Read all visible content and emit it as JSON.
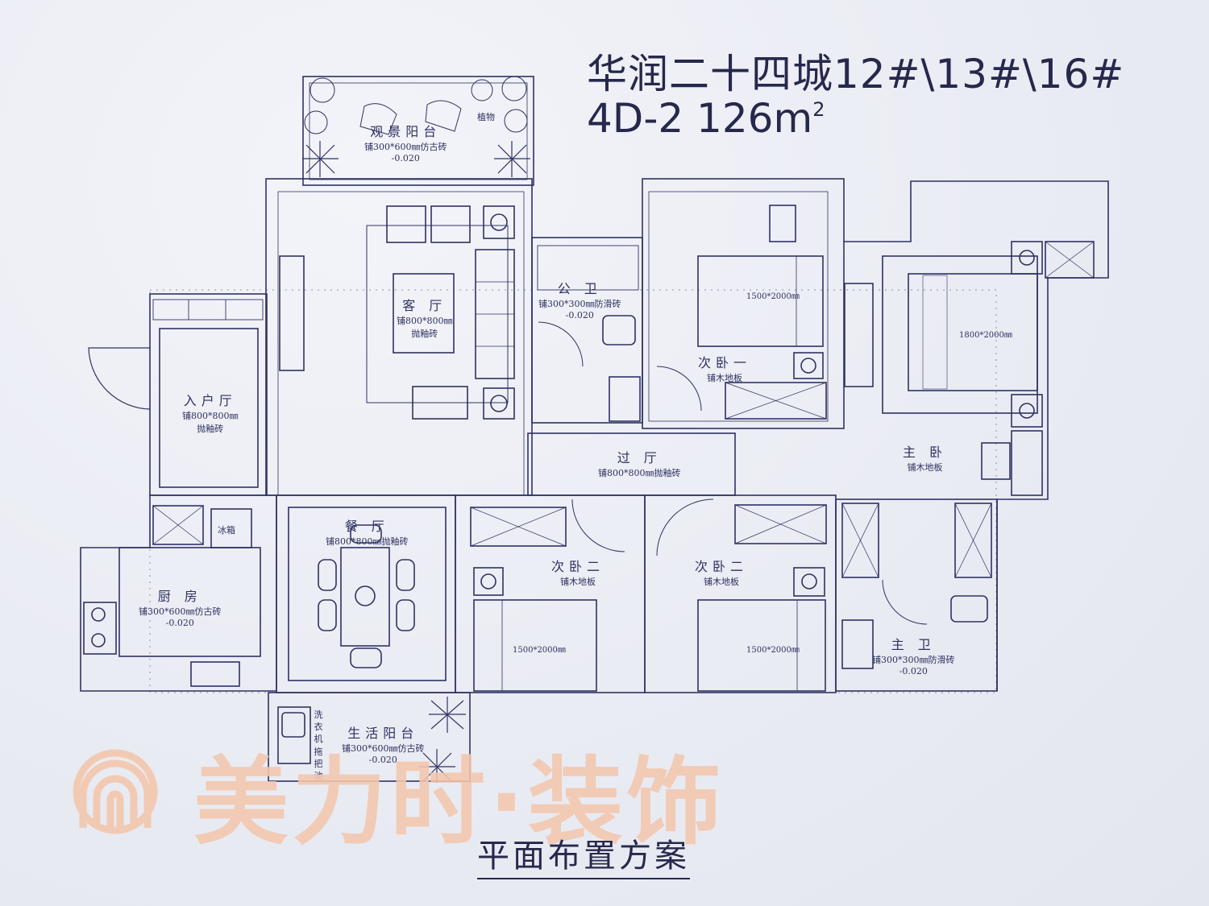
{
  "title_line1": "华润二十四城12#\\13#\\16#",
  "title_line2": "4D-2 126m",
  "title_unit_sup": "2",
  "rooms": {
    "viewing_balcony": {
      "name": "观景阳台",
      "floor": "铺300*600㎜仿古砖",
      "level": "-0.020"
    },
    "plant_label": "植物",
    "living": {
      "name": "客 厅",
      "floor1": "铺800*800㎜",
      "floor2": "抛釉砖"
    },
    "public_bath": {
      "name": "公 卫",
      "floor": "铺300*300㎜防滑砖",
      "level": "-0.020"
    },
    "bedroom1": {
      "name": "次卧一",
      "floor": "铺木地板",
      "bed": "1500*2000㎜"
    },
    "master_bed": {
      "name": "主 卧",
      "floor": "铺木地板",
      "bed": "1800*2000㎜"
    },
    "entry": {
      "name": "入户厅",
      "floor1": "铺800*800㎜",
      "floor2": "抛釉砖"
    },
    "corridor": {
      "name": "过 厅",
      "floor": "铺800*800㎜抛釉砖"
    },
    "dining": {
      "name": "餐 厅",
      "floor": "铺800*800㎜抛釉砖"
    },
    "kitchen": {
      "name": "厨 房",
      "floor": "铺300*600㎜仿古砖",
      "level": "-0.020"
    },
    "bedroom2a": {
      "name": "次卧二",
      "floor": "铺木地板",
      "bed": "1500*2000㎜"
    },
    "bedroom2b": {
      "name": "次卧二",
      "floor": "铺木地板",
      "bed": "1500*2000㎜"
    },
    "master_bath": {
      "name": "主 卫",
      "floor": "铺300*300㎜防滑砖",
      "level": "-0.020"
    },
    "life_balcony": {
      "name": "生活阳台",
      "floor": "铺300*600㎜仿古砖",
      "level": "-0.020"
    },
    "fridge": "冰箱",
    "washer_chars": [
      "洗",
      "衣",
      "机"
    ],
    "mop_chars": [
      "拖",
      "把",
      "池"
    ]
  },
  "brand_text": "美力时·装饰",
  "caption": "平面布置方案",
  "colors": {
    "ink": "#2a2d52",
    "brand": "#f3c7ad",
    "paper": "#eef0f6"
  }
}
